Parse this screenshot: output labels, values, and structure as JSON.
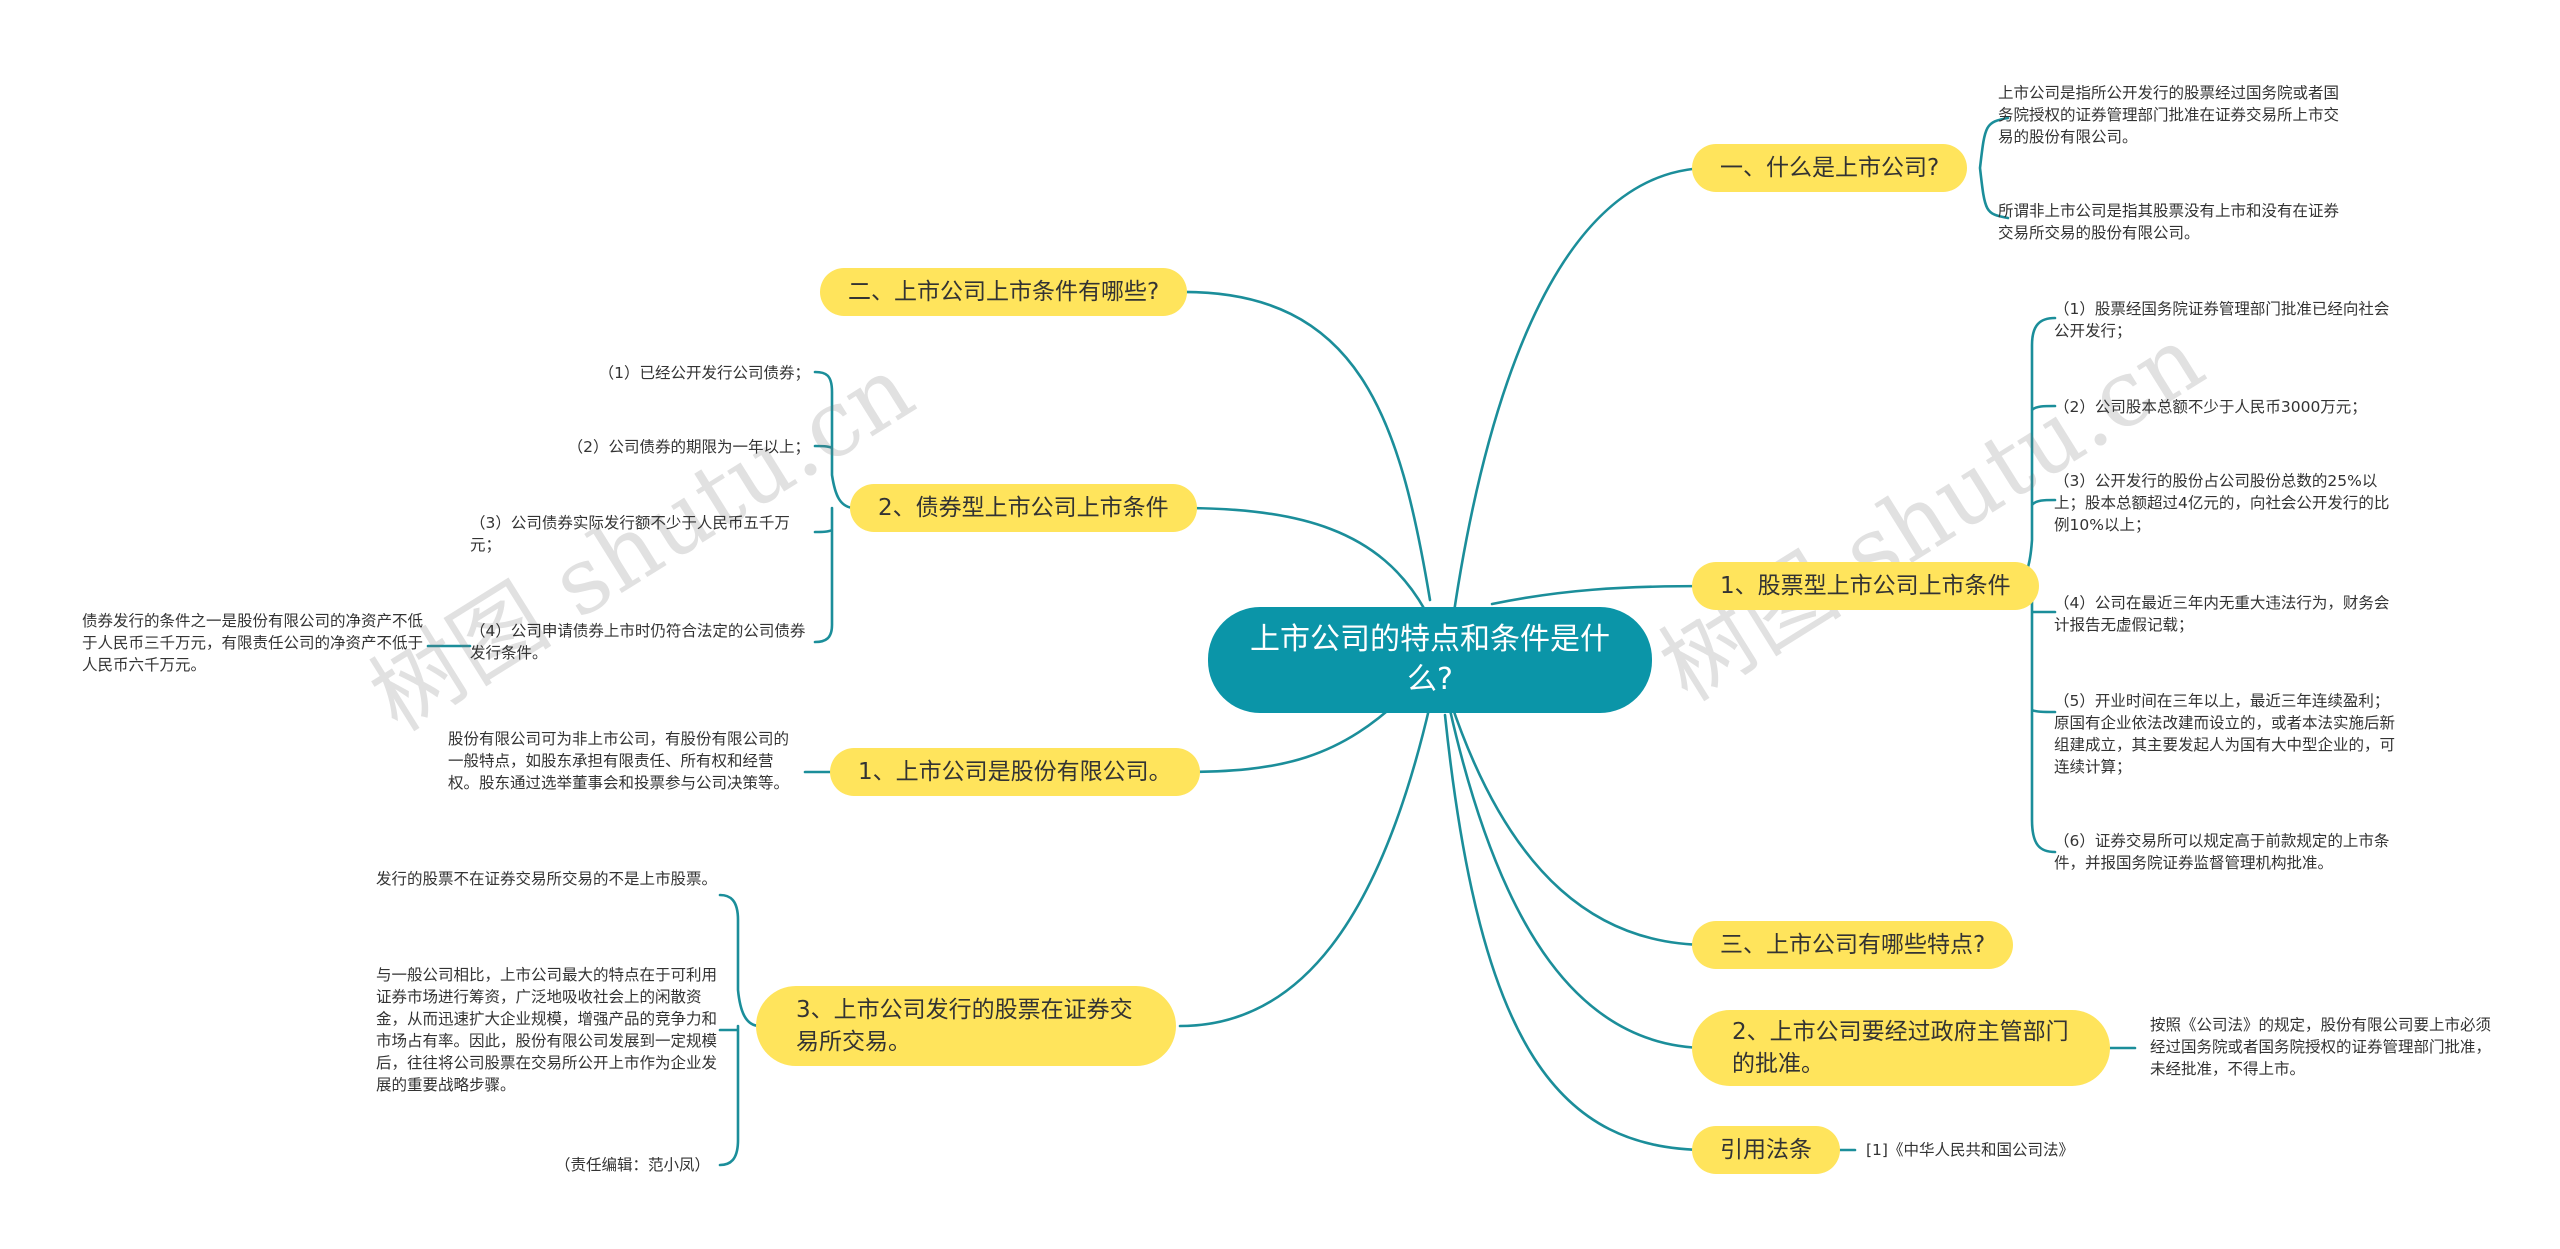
{
  "root": "上市公司的特点和条件是什么?",
  "left": {
    "t_conditions_question": "二、上市公司上市条件有哪些?",
    "t_bond": {
      "label": "2、债券型上市公司上市条件",
      "items": [
        "（1）已经公开发行公司债券；",
        "（2）公司债券的期限为一年以上；",
        "（3）公司债券实际发行额不少于人民币五千万元；",
        "（4）公司申请债券上市时仍符合法定的公司债券发行条件。"
      ],
      "sub_note": "债券发行的条件之一是股份有限公司的净资产不低于人民币三千万元，有限责任公司的净资产不低于人民币六千万元。"
    },
    "t_joint_stock": {
      "label": "1、上市公司是股份有限公司。",
      "note": "股份有限公司可为非上市公司，有股份有限公司的一般特点，如股东承担有限责任、所有权和经营权。股东通过选举董事会和投票参与公司决策等。"
    },
    "t_exchange": {
      "label": "3、上市公司发行的股票在证券交易所交易。",
      "items": [
        "发行的股票不在证券交易所交易的不是上市股票。",
        "与一般公司相比，上市公司最大的特点在于可利用证券市场进行筹资，广泛地吸收社会上的闲散资金，从而迅速扩大企业规模，增强产品的竞争力和市场占有率。因此，股份有限公司发展到一定规模后，往往将公司股票在交易所公开上市作为企业发展的重要战略步骤。",
        "（责任编辑：范小凤）"
      ]
    }
  },
  "right": {
    "t_what": {
      "label": "一、什么是上市公司?",
      "items": [
        "上市公司是指所公开发行的股票经过国务院或者国务院授权的证券管理部门批准在证券交易所上市交易的股份有限公司。",
        "所谓非上市公司是指其股票没有上市和没有在证券交易所交易的股份有限公司。"
      ]
    },
    "t_stock": {
      "label": "1、股票型上市公司上市条件",
      "items": [
        "（1）股票经国务院证券管理部门批准已经向社会公开发行；",
        "（2）公司股本总额不少于人民币3000万元；",
        "（3）公开发行的股份占公司股份总数的25%以上；股本总额超过4亿元的，向社会公开发行的比例10%以上；",
        "（4）公司在最近三年内无重大违法行为，财务会计报告无虚假记载；",
        "（5）开业时间在三年以上，最近三年连续盈利；原国有企业依法改建而设立的，或者本法实施后新组建成立，其主要发起人为国有大中型企业的，可连续计算；",
        "（6）证券交易所可以规定高于前款规定的上市条件，并报国务院证券监督管理机构批准。"
      ]
    },
    "t_features": "三、上市公司有哪些特点?",
    "t_approval": {
      "label": "2、上市公司要经过政府主管部门的批准。",
      "note": "按照《公司法》的规定，股份有限公司要上市必须经过国务院或者国务院授权的证券管理部门批准，未经批准，不得上市。"
    },
    "t_law": {
      "label": "引用法条",
      "note": "[1]《中华人民共和国公司法》"
    }
  },
  "watermark": "树图 shutu.cn",
  "colors": {
    "root_bg": "#0b95a8",
    "topic_bg": "#ffe45c",
    "line": "#1b8e9a",
    "text": "#333333"
  }
}
